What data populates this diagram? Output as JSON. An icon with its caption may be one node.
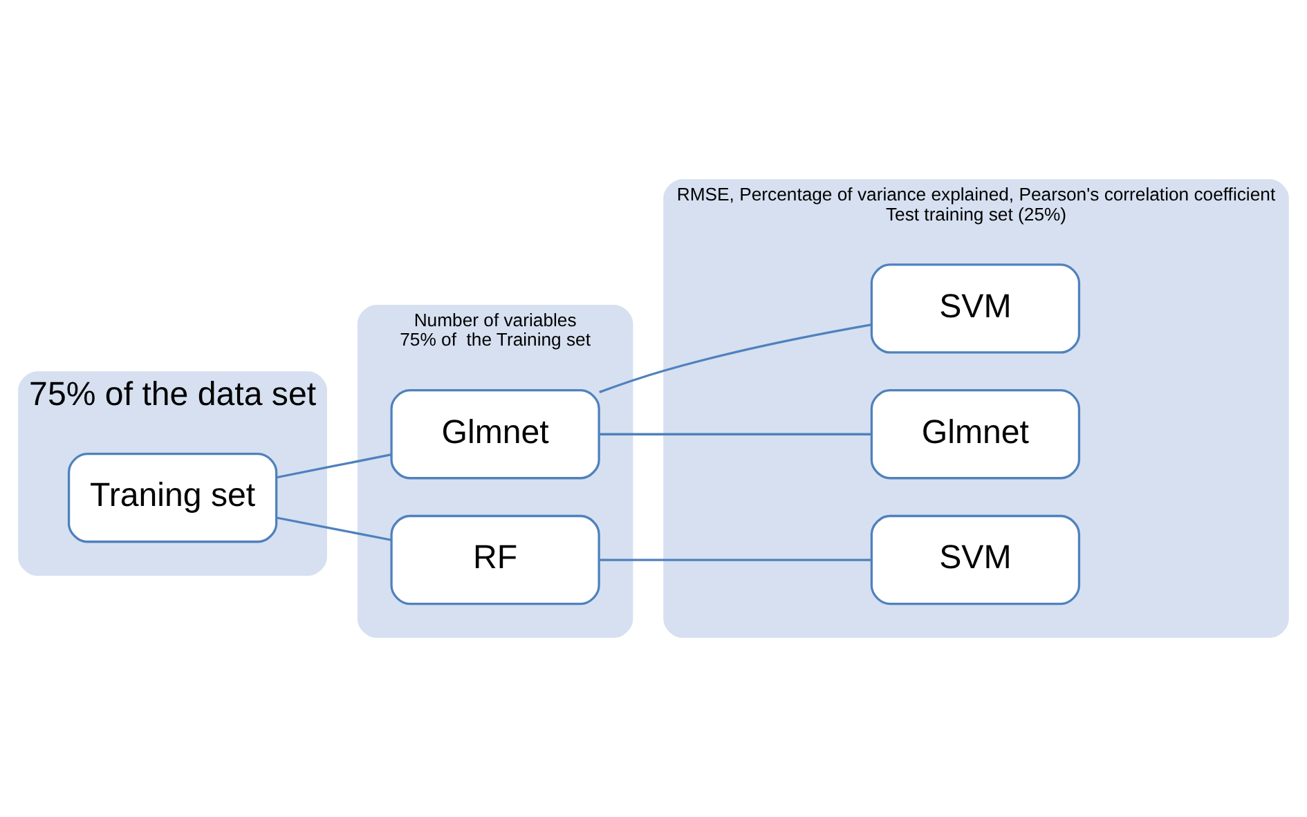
{
  "diagram": {
    "nodes": [
      {
        "text": [
          "75% of the data set"
        ]
      },
      {
        "text": [
          "Number of variables",
          "75% of  the Training set"
        ]
      },
      {
        "text": [
          "RMSE, Percentage of variance explained, Pearson's correlation coefficient",
          "Test training set (25%)"
        ]
      },
      {
        "text": [
          "Traning set"
        ],
        "in": 0
      },
      {
        "text": [
          "Glmnet"
        ],
        "in": 1
      },
      {
        "text": [
          "RF"
        ],
        "in": 1
      },
      {
        "text": [
          "SVM"
        ],
        "in": 2
      },
      {
        "text": [
          "Glmnet"
        ],
        "in": 2
      },
      {
        "text": [
          "SVM"
        ],
        "in": 2
      }
    ],
    "edges": [
      {
        "from": 3,
        "to": 4,
        "arrow": "none"
      },
      {
        "from": 3,
        "to": 5,
        "arrow": "none"
      },
      {
        "from": 4,
        "to": 6,
        "arrow": "none"
      },
      {
        "from": 4,
        "to": 7,
        "arrow": "none"
      },
      {
        "from": 5,
        "to": 8,
        "arrow": "none"
      }
    ]
  }
}
